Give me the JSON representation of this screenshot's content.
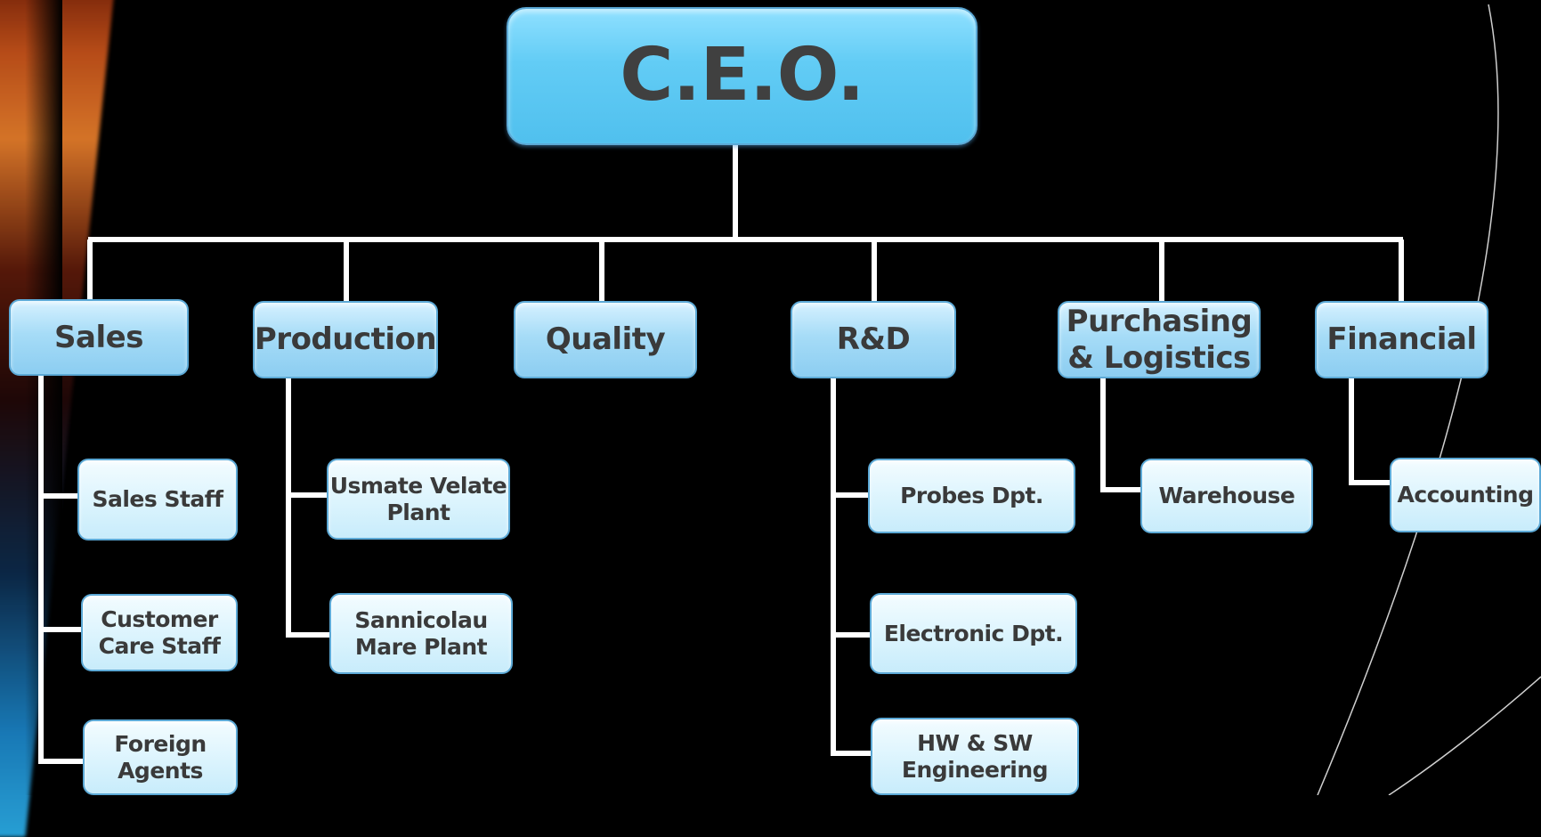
{
  "org_chart": {
    "ceo": "C.E.O.",
    "departments": {
      "sales": "Sales",
      "production": "Production",
      "quality": "Quality",
      "rnd": "R&D",
      "purchasing_line1": "Purchasing",
      "purchasing_line2": "& Logistics",
      "financial": "Financial"
    },
    "sales_units": {
      "sales_staff": "Sales Staff",
      "customer_care_line1": "Customer",
      "customer_care_line2": "Care Staff",
      "foreign_agents_line1": "Foreign",
      "foreign_agents_line2": "Agents"
    },
    "production_units": {
      "usmate_line1": "Usmate Velate",
      "usmate_line2": "Plant",
      "sannicolau_line1": "Sannicolau",
      "sannicolau_line2": "Mare Plant"
    },
    "rnd_units": {
      "probes": "Probes Dpt.",
      "electronic": "Electronic Dpt.",
      "hwsw_line1": "HW & SW",
      "hwsw_line2": "Engineering"
    },
    "purchasing_units": {
      "warehouse": "Warehouse"
    },
    "financial_units": {
      "accounting": "Accounting"
    }
  },
  "colors": {
    "background": "#000000",
    "connector": "#ffffff",
    "ceo_fill": "#62ccf5",
    "dept_fill": "#a6dcf7",
    "sub_fill": "#d9f3fd",
    "text": "#3a3a3a"
  }
}
